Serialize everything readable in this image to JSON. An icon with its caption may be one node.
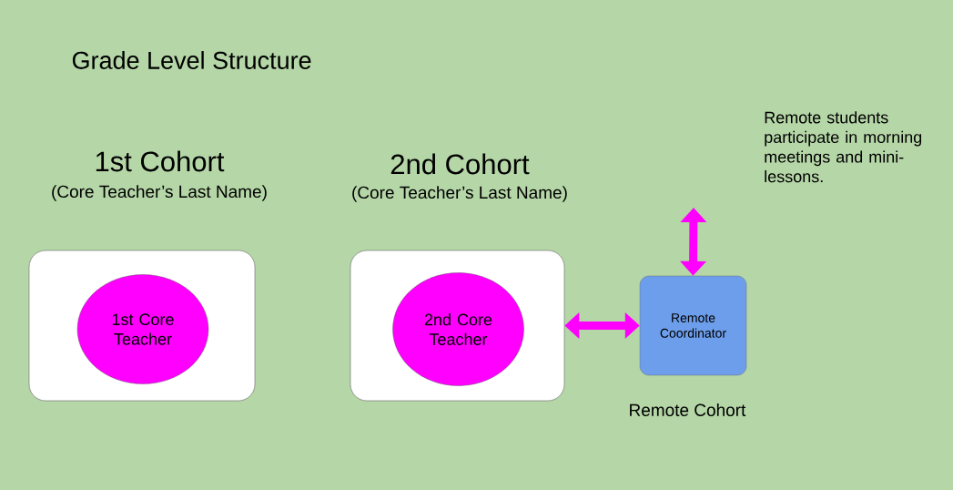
{
  "diagram": {
    "title": "Grade Level Structure",
    "nodes": [
      {
        "text": [
          "1st Cohort",
          "(Core Teacher’s Last Name)"
        ]
      },
      {
        "text": [
          "1st Core Teacher"
        ],
        "in": 0
      },
      {
        "text": [
          "2nd Cohort",
          "(Core Teacher’s Last Name)"
        ]
      },
      {
        "text": [
          "2nd Core Teacher"
        ],
        "in": 2
      },
      {
        "text": [
          "Remote Coordinator"
        ],
        "beside": [
          "Remote Cohort"
        ]
      }
    ],
    "edges": [
      {
        "from": 2,
        "to": 4,
        "arrow": "both"
      },
      {
        "from": null,
        "to": 4,
        "arrow": "both"
      }
    ],
    "labels": [
      "Remote students participate in morning meetings and mini-lessons."
    ]
  }
}
